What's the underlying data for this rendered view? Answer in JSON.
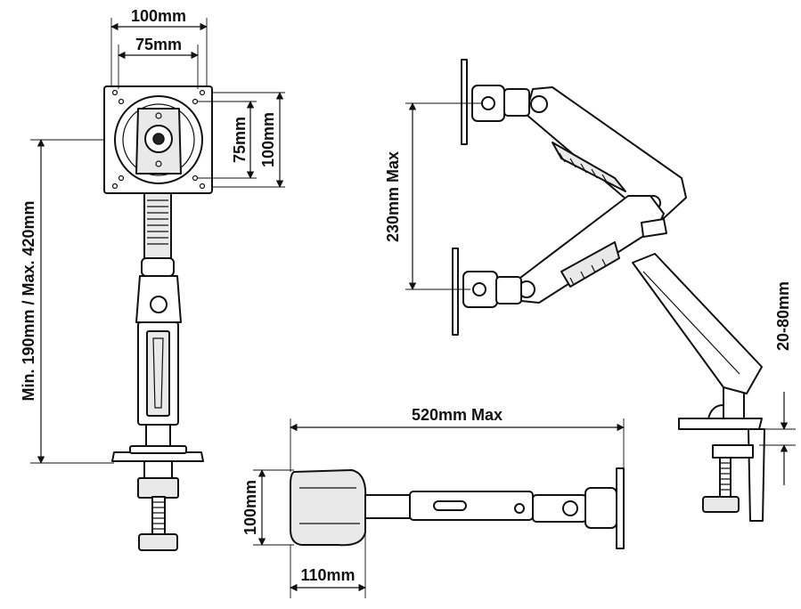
{
  "colors": {
    "line": "#111111",
    "fill": "#ffffff",
    "shade": "#e9e9e9"
  },
  "labels": {
    "vesa_outer_width": "100mm",
    "vesa_inner_width": "75mm",
    "vesa_inner_height": "75mm",
    "vesa_outer_height": "100mm",
    "height_range": "Min. 190mm / Max. 420mm",
    "arm_vertical_travel": "230mm Max",
    "desk_thickness": "20-80mm",
    "arm_reach": "520mm Max",
    "base_depth": "100mm",
    "base_width": "110mm"
  }
}
